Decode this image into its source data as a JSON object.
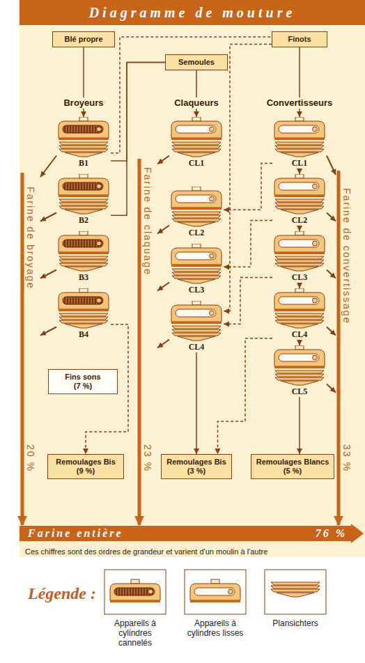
{
  "diagram": {
    "title": "Diagramme de mouture",
    "caption": "Ces chiffres sont des ordres de grandeur et varient d'un moulin à l'autre",
    "nodes": [
      {
        "text": [
          "Blé propre"
        ]
      },
      {
        "text": [
          "Finots"
        ]
      },
      {
        "text": [
          "Semoules"
        ]
      },
      {
        "text": [
          "B1"
        ]
      },
      {
        "text": [
          "B2"
        ]
      },
      {
        "text": [
          "B3"
        ]
      },
      {
        "text": [
          "B4"
        ]
      },
      {
        "text": [
          "CL1"
        ]
      },
      {
        "text": [
          "CL2"
        ]
      },
      {
        "text": [
          "CL3"
        ]
      },
      {
        "text": [
          "CL4"
        ]
      },
      {
        "text": [
          "CL1"
        ]
      },
      {
        "text": [
          "CL2"
        ]
      },
      {
        "text": [
          "CL3"
        ]
      },
      {
        "text": [
          "CL4"
        ]
      },
      {
        "text": [
          "CL5"
        ]
      },
      {
        "text": [
          "Fins sons",
          "(7 %)"
        ]
      },
      {
        "text": [
          "Remoulages Bis",
          "(9 %)"
        ]
      },
      {
        "text": [
          "Remoulages Bis",
          "(3 %)"
        ]
      },
      {
        "text": [
          "Remoulages Blancs",
          "(5 %)"
        ]
      },
      {
        "text": [
          "Farine de broyage",
          "20 %"
        ]
      },
      {
        "text": [
          "Farine de claquage",
          "23 %"
        ]
      },
      {
        "text": [
          "Farine de convertissage",
          "33 %"
        ]
      },
      {
        "text": [
          "Farine entière",
          "76 %"
        ]
      }
    ],
    "edges": [
      {
        "from": 0,
        "to": 3,
        "arrow": "to"
      },
      {
        "from": 3,
        "to": 1,
        "arrow": "none"
      },
      {
        "from": 3,
        "to": 2,
        "arrow": "none"
      },
      {
        "from": 4,
        "to": 2,
        "arrow": "none"
      },
      {
        "from": 2,
        "to": 7,
        "arrow": "to"
      },
      {
        "from": 1,
        "to": 11,
        "arrow": "to"
      },
      {
        "from": 1,
        "to": 10,
        "arrow": "to"
      },
      {
        "from": 11,
        "to": 8,
        "arrow": "to"
      },
      {
        "from": 12,
        "to": 9,
        "arrow": "to"
      },
      {
        "from": 13,
        "to": 10,
        "arrow": "to"
      },
      {
        "from": 11,
        "to": 12,
        "arrow": "to"
      },
      {
        "from": 12,
        "to": 13,
        "arrow": "to"
      },
      {
        "from": 13,
        "to": 14,
        "arrow": "to"
      },
      {
        "from": 14,
        "to": 15,
        "arrow": "to"
      },
      {
        "from": 6,
        "to": 17,
        "arrow": "to"
      },
      {
        "from": 10,
        "to": 18,
        "arrow": "to"
      },
      {
        "from": 14,
        "to": 18,
        "arrow": "to"
      },
      {
        "from": 15,
        "to": 19,
        "arrow": "to"
      },
      {
        "from": 3,
        "to": 20,
        "arrow": "to"
      },
      {
        "from": 4,
        "to": 20,
        "arrow": "to"
      },
      {
        "from": 5,
        "to": 20,
        "arrow": "to"
      },
      {
        "from": 6,
        "to": 20,
        "arrow": "to"
      },
      {
        "from": 7,
        "to": 21,
        "arrow": "to"
      },
      {
        "from": 8,
        "to": 21,
        "arrow": "to"
      },
      {
        "from": 9,
        "to": 21,
        "arrow": "to"
      },
      {
        "from": 10,
        "to": 21,
        "arrow": "to"
      },
      {
        "from": 11,
        "to": 22,
        "arrow": "to"
      },
      {
        "from": 12,
        "to": 22,
        "arrow": "to"
      },
      {
        "from": 13,
        "to": 22,
        "arrow": "to"
      },
      {
        "from": 14,
        "to": 22,
        "arrow": "to"
      },
      {
        "from": 15,
        "to": 22,
        "arrow": "to"
      },
      {
        "from": 20,
        "to": 23,
        "arrow": "to"
      },
      {
        "from": 21,
        "to": 23,
        "arrow": "to"
      },
      {
        "from": 22,
        "to": 23,
        "arrow": "to"
      }
    ],
    "labels": [
      "Broyeurs",
      "Claqueurs",
      "Convertisseurs",
      "Légende :"
    ],
    "legend": [
      {
        "text": "Appareils à cylindres cannelés"
      },
      {
        "text": "Appareils à cylindres lisses"
      },
      {
        "text": "Plansichters"
      }
    ]
  }
}
